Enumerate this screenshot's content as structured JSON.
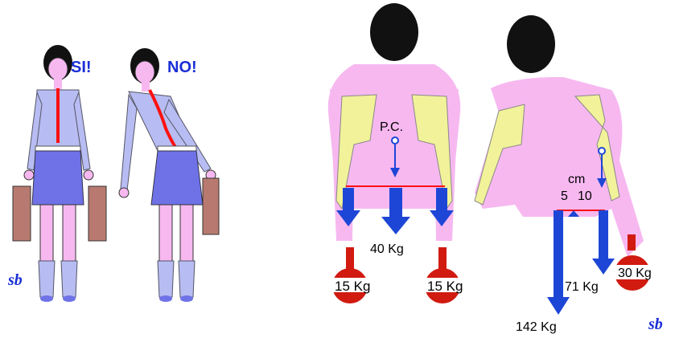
{
  "figure_left": {
    "label_correct": "SI!",
    "label_wrong": "NO!",
    "signature": "sb"
  },
  "figure_right": {
    "center_label": "P.C.",
    "total_weight": "40 Kg",
    "left_weight": "15 Kg",
    "right_weight": "15 Kg",
    "unit_cm": "cm",
    "dist_a": "5",
    "dist_b": "10",
    "carry_weight": "30 Kg",
    "side_force": "71 Kg",
    "spine_force": "142 Kg",
    "signature": "sb"
  },
  "colors": {
    "skin": "#f7b8f0",
    "shirt": "#b7bdf2",
    "skirt": "#6f72e6",
    "arrow": "#1e46d6",
    "spine": "#ff1010",
    "case": "#b87a70",
    "muscle": "#f2f29a",
    "weight": "#d11a10"
  }
}
